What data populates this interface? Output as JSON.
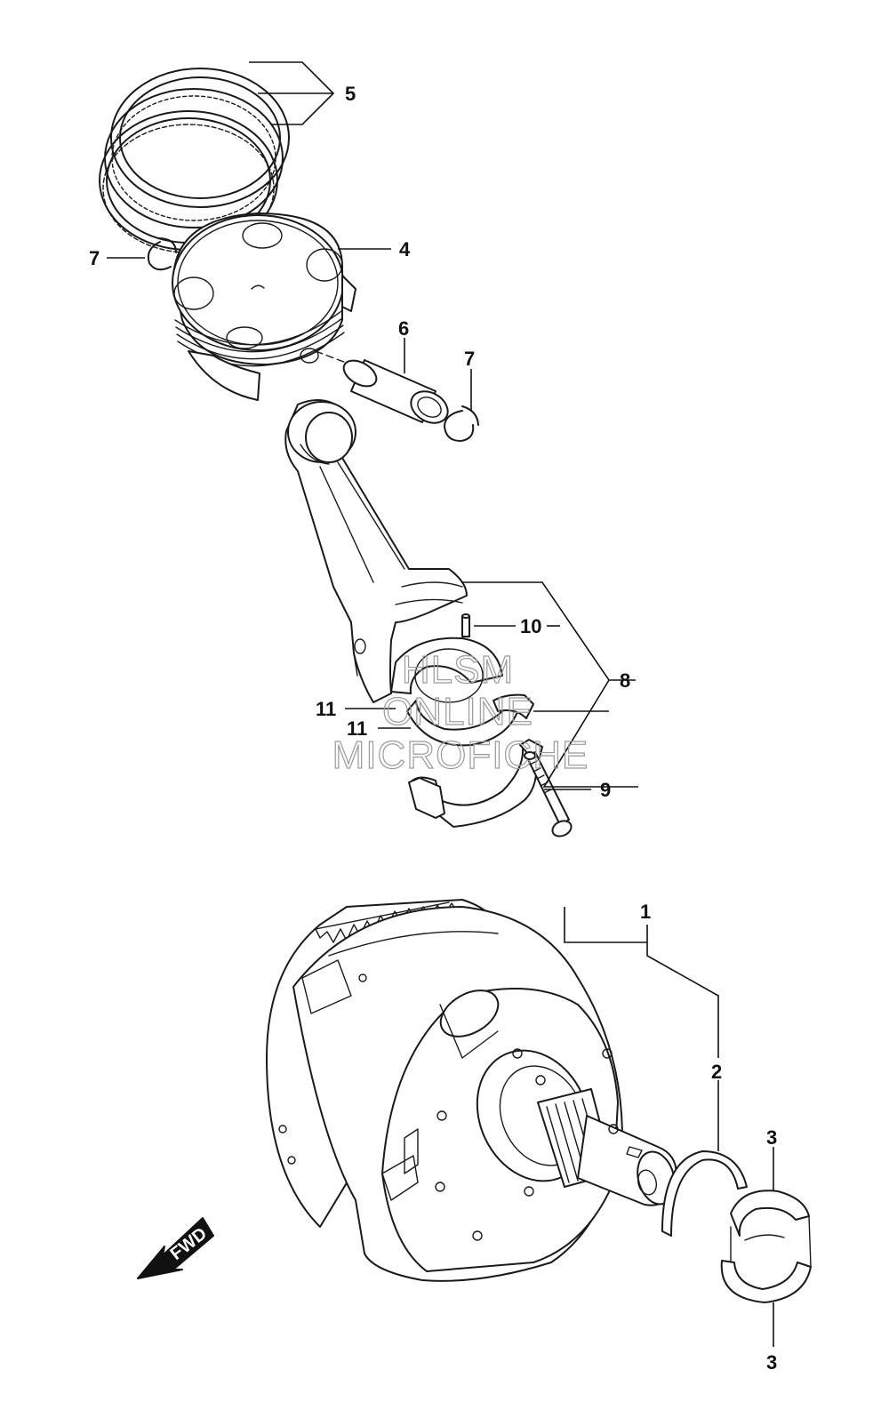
{
  "callouts": {
    "c1": "1",
    "c2": "2",
    "c3a": "3",
    "c3b": "3",
    "c4": "4",
    "c5": "5",
    "c6": "6",
    "c7a": "7",
    "c7b": "7",
    "c8": "8",
    "c9": "9",
    "c10": "10",
    "c11a": "11",
    "c11b": "11"
  },
  "watermark": {
    "line1": "HLSM",
    "line2": "ONLINE",
    "line3": "MICROFICHE"
  },
  "fwd_arrow": {
    "label": "FWD"
  },
  "colors": {
    "line": "#1a1a1a",
    "watermark": "#9a9a9a",
    "background": "#ffffff"
  }
}
